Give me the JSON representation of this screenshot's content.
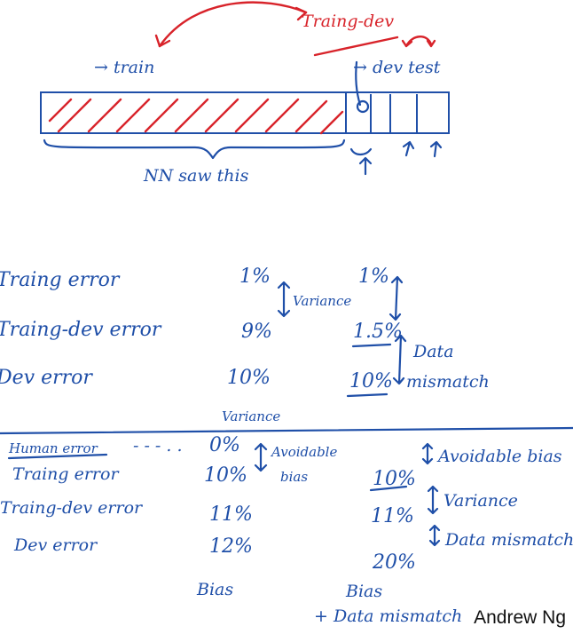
{
  "diagram": {
    "red_label": "Traing-dev",
    "train_label": "→ train",
    "dev_test_label": "→ dev test",
    "brace_label": "NN saw this"
  },
  "table1": {
    "rows": [
      {
        "label": "Traing error",
        "col1": "1%",
        "col2": "1%"
      },
      {
        "label": "Traing-dev error",
        "col1": "9%",
        "col2": "1.5%"
      },
      {
        "label": "Dev error",
        "col1": "10%",
        "col2": "10%"
      }
    ],
    "note_variance": "Variance",
    "note_data": "Data",
    "note_mismatch": "mismatch",
    "footer": "Variance"
  },
  "table2": {
    "rows": [
      {
        "label": "Human error",
        "col1": "0%",
        "col2": ""
      },
      {
        "label": "Traing error",
        "col1": "10%",
        "col2": "10%"
      },
      {
        "label": "Traing-dev error",
        "col1": "11%",
        "col2": "11%"
      },
      {
        "label": "Dev error",
        "col1": "12%",
        "col2": "20%"
      }
    ],
    "dots": "- - - . .",
    "note_avoidable": "Avoidable",
    "note_bias": "bias",
    "note_avoidable_bias_right": "Avoidable bias",
    "note_variance": "Variance",
    "note_data_mismatch": "Data mismatch",
    "footer_left": "Bias",
    "footer_right_1": "Bias",
    "footer_right_2": "+ Data mismatch"
  },
  "watermark": "Andrew Ng",
  "colors": {
    "ink": "#1f4fa8",
    "red": "#d8232a"
  }
}
